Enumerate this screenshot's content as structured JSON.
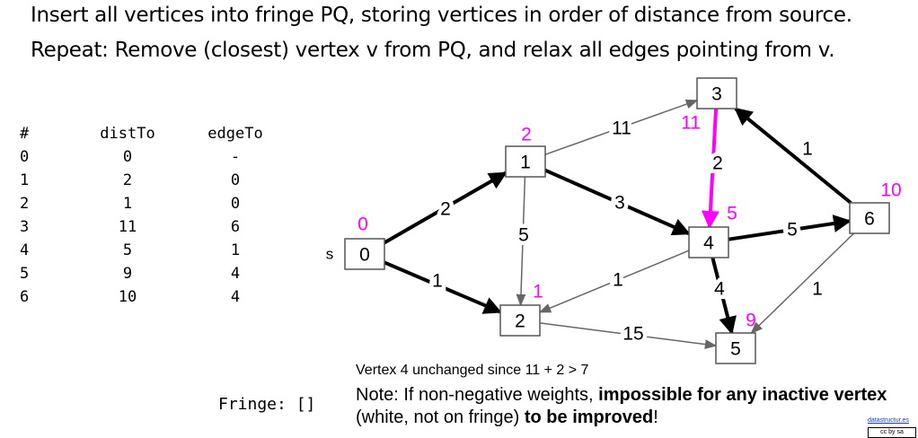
{
  "header": {
    "line1": "Insert all vertices into fringe PQ, storing vertices in order of distance from source.",
    "line2": "Repeat: Remove (closest) vertex v from PQ, and relax all edges pointing from v."
  },
  "table": {
    "headers": [
      "#",
      "distTo",
      "edgeTo"
    ],
    "rows": [
      [
        "0",
        "0",
        "-"
      ],
      [
        "1",
        "2",
        "0"
      ],
      [
        "2",
        "1",
        "0"
      ],
      [
        "3",
        "11",
        "6"
      ],
      [
        "4",
        "5",
        "1"
      ],
      [
        "5",
        "9",
        "4"
      ],
      [
        "6",
        "10",
        "4"
      ]
    ]
  },
  "fringe": "Fringe: []",
  "graph": {
    "source_label": "s",
    "nodes": [
      {
        "id": "0",
        "dist": "0"
      },
      {
        "id": "1",
        "dist": "2"
      },
      {
        "id": "2",
        "dist": "1"
      },
      {
        "id": "3",
        "dist": "11"
      },
      {
        "id": "4",
        "dist": "5"
      },
      {
        "id": "5",
        "dist": "9"
      },
      {
        "id": "6",
        "dist": "10"
      }
    ],
    "edges": [
      {
        "from": "0",
        "to": "1",
        "w": "2",
        "style": "tree"
      },
      {
        "from": "0",
        "to": "2",
        "w": "1",
        "style": "tree"
      },
      {
        "from": "1",
        "to": "3",
        "w": "11",
        "style": "plain"
      },
      {
        "from": "1",
        "to": "2",
        "w": "5",
        "style": "plain"
      },
      {
        "from": "1",
        "to": "4",
        "w": "3",
        "style": "tree"
      },
      {
        "from": "3",
        "to": "4",
        "w": "2",
        "style": "active"
      },
      {
        "from": "4",
        "to": "6",
        "w": "5",
        "style": "tree"
      },
      {
        "from": "4",
        "to": "2",
        "w": "1",
        "style": "plain"
      },
      {
        "from": "4",
        "to": "5",
        "w": "4",
        "style": "tree"
      },
      {
        "from": "6",
        "to": "3",
        "w": "1",
        "style": "tree"
      },
      {
        "from": "6",
        "to": "5",
        "w": "1",
        "style": "plain"
      },
      {
        "from": "2",
        "to": "5",
        "w": "15",
        "style": "plain"
      }
    ],
    "colors": {
      "tree": "#000000",
      "plain": "#666666",
      "active": "#ff00ff",
      "dist": "#ff00ff"
    }
  },
  "notes": {
    "line1": "Vertex 4 unchanged since 11 + 2 > 7",
    "note_a": "Note: If non-negative weights, ",
    "note_b": "impossible for any inactive vertex",
    "note_c": " (white, not on fringe) ",
    "note_d": "to be improved",
    "note_e": "!"
  },
  "credit": "datastructur.es",
  "license": "cc by sa"
}
